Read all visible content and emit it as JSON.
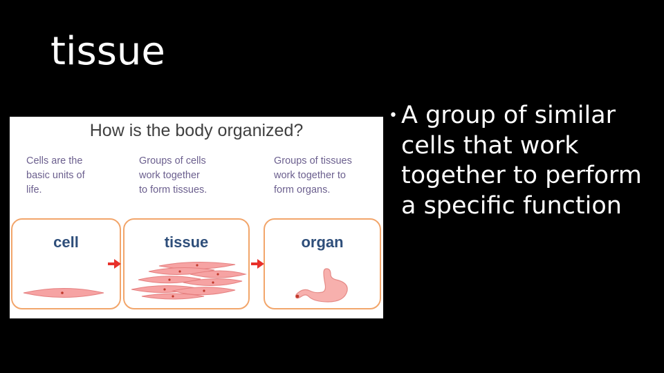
{
  "slide": {
    "title": "tissue",
    "bullets": [
      "A group of similar cells that work together to perform a specific function"
    ]
  },
  "figure": {
    "heading": "How is the body organized?",
    "captions": [
      [
        "Cells are the",
        "basic units of",
        "life."
      ],
      [
        "Groups of cells",
        "work together",
        "to form tissues."
      ],
      [
        "Groups of tissues",
        "work together to",
        "form organs."
      ]
    ],
    "panels": [
      "cell",
      "tissue",
      "organ"
    ]
  },
  "colors": {
    "background": "#000000",
    "text": "#ffffff",
    "panel_border": "#f2a56a",
    "panel_label": "#2e4e7a",
    "caption": "#6b5f8e",
    "arrow": "#e8302a",
    "cell_fill": "#f6a3a3"
  }
}
